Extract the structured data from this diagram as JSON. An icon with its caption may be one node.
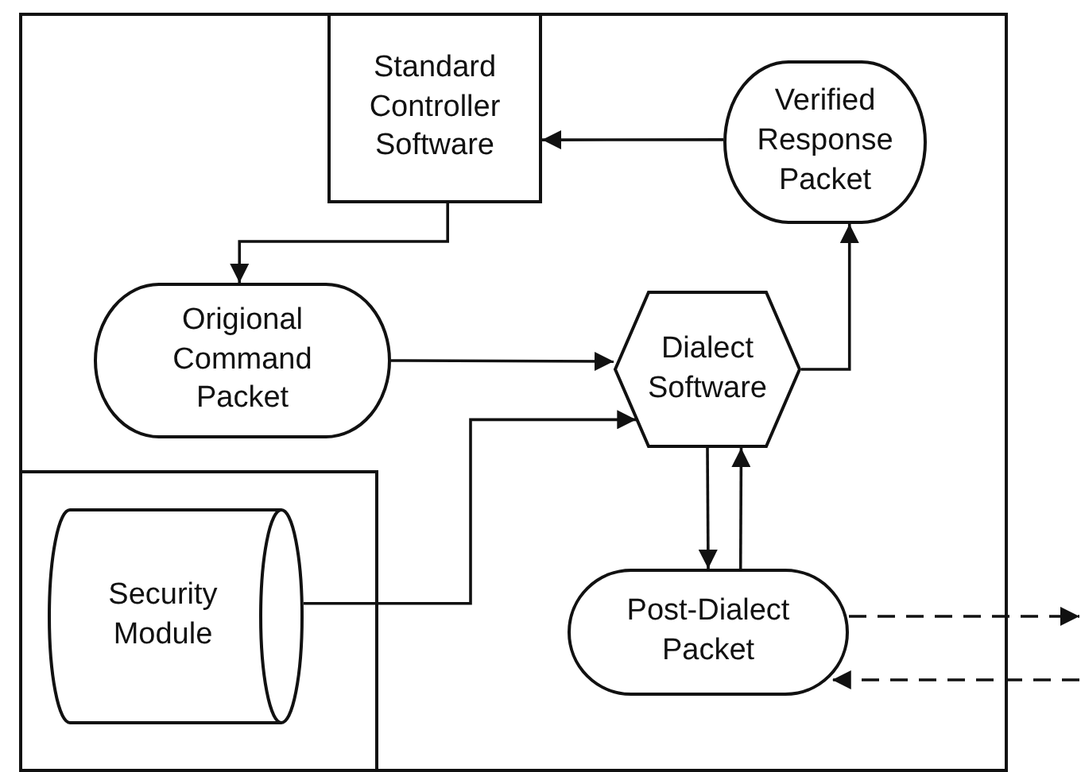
{
  "diagram": {
    "nodes": [
      {
        "text": [],
        "shape": "box"
      },
      {
        "text": [
          "Standard Controller Software"
        ],
        "in": 0
      },
      {
        "text": [
          "Verified Response Packet"
        ],
        "in": 0
      },
      {
        "text": [
          "Origional Command Packet"
        ],
        "in": 0
      },
      {
        "text": [
          "Dialect Software"
        ],
        "in": 0
      },
      {
        "text": [],
        "shape": "box",
        "in": 0
      },
      {
        "text": [
          "Security Module"
        ],
        "in": 5
      },
      {
        "text": [
          "Post-Dialect Packet"
        ],
        "in": 0
      }
    ],
    "edges": [
      {
        "from": 2,
        "to": 1,
        "arrow": "to"
      },
      {
        "from": 1,
        "to": 3,
        "arrow": "to"
      },
      {
        "from": 3,
        "to": 4,
        "arrow": "to"
      },
      {
        "from": 6,
        "to": 4,
        "arrow": "to"
      },
      {
        "from": 4,
        "to": 2,
        "arrow": "to"
      },
      {
        "from": 4,
        "to": 7,
        "arrow": "to"
      },
      {
        "from": 7,
        "to": 4,
        "arrow": "to"
      },
      {
        "from": 7,
        "to": null,
        "arrow": "to",
        "style": "dashed"
      },
      {
        "from": null,
        "to": 7,
        "arrow": "to",
        "style": "dashed"
      }
    ]
  }
}
